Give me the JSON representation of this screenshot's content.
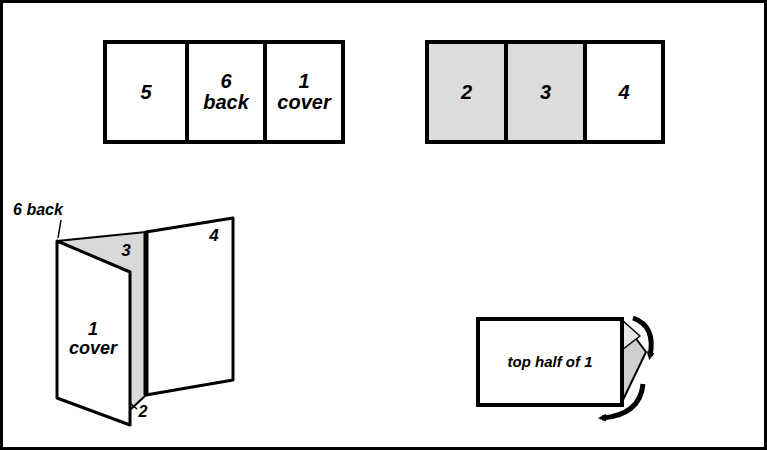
{
  "diagram": {
    "nodes": [
      {
        "text": [
          "5"
        ]
      },
      {
        "text": [
          "6 back"
        ]
      },
      {
        "text": [
          "1 cover"
        ]
      },
      {
        "text": [
          "2"
        ]
      },
      {
        "text": [
          "3"
        ]
      },
      {
        "text": [
          "4"
        ]
      },
      {
        "text": [
          "top half of 1"
        ]
      }
    ],
    "labels": [
      "6 back",
      "3",
      "4",
      "1 cover",
      "2"
    ]
  }
}
